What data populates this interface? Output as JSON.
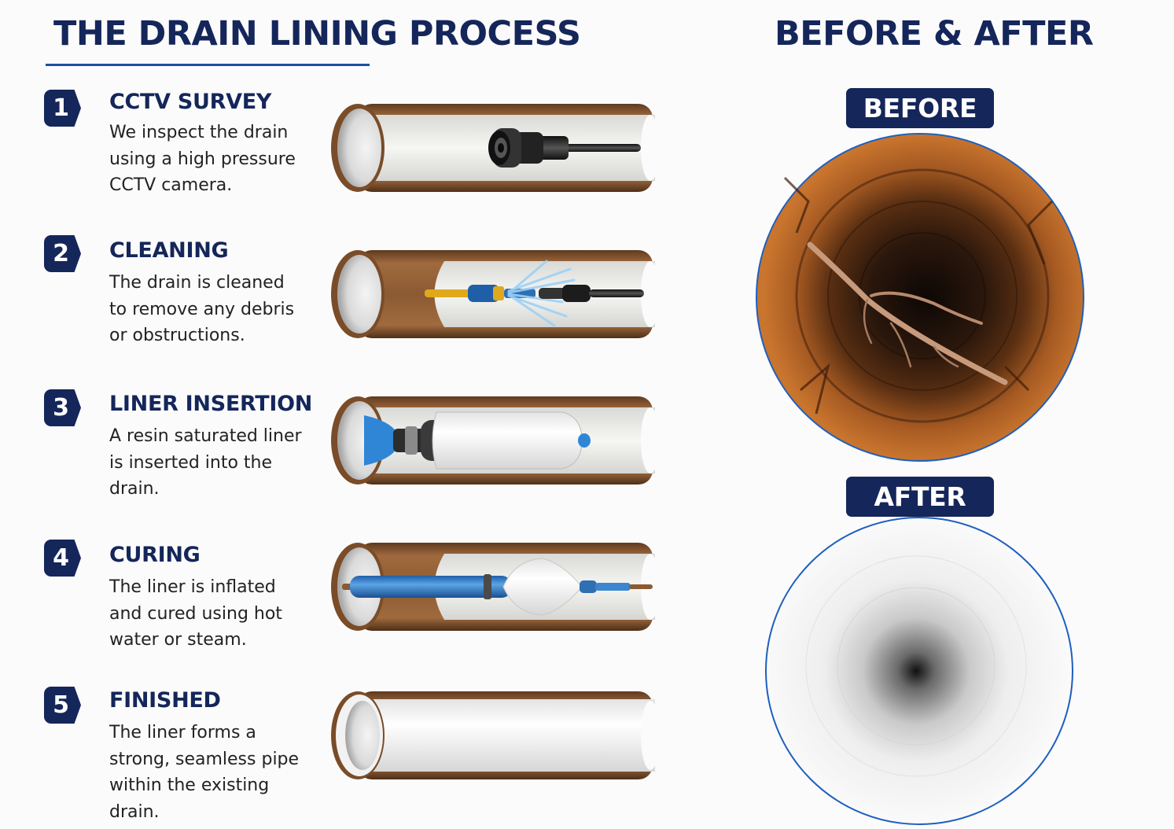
{
  "process": {
    "title": "THE DRAIN LINING PROCESS",
    "steps": [
      {
        "number": "1",
        "heading": "CCTV SURVEY",
        "description": "We inspect the drain using a high pressure CCTV camera."
      },
      {
        "number": "2",
        "heading": "CLEANING",
        "description": "The drain is cleaned to remove any debris or obstructions."
      },
      {
        "number": "3",
        "heading": "LINER INSERTION",
        "description": "A resin saturated liner is inserted into the drain."
      },
      {
        "number": "4",
        "heading": "CURING",
        "description": "The liner is inflated and cured using hot water or steam."
      },
      {
        "number": "5",
        "heading": "FINISHED",
        "description": "The liner forms a strong, seamless pipe within the existing drain."
      }
    ]
  },
  "comparison": {
    "title": "BEFORE & AFTER",
    "before_label": "BEFORE",
    "after_label": "AFTER"
  },
  "colors": {
    "navy": "#14265a",
    "accent_blue": "#1e4fa0",
    "pipe_brown": "#8a5a34",
    "liner_blue": "#3a86cf"
  },
  "icons": [
    "cctv-camera-icon",
    "jetting-nozzle-icon",
    "liner-inversion-icon",
    "curing-bladder-icon"
  ]
}
